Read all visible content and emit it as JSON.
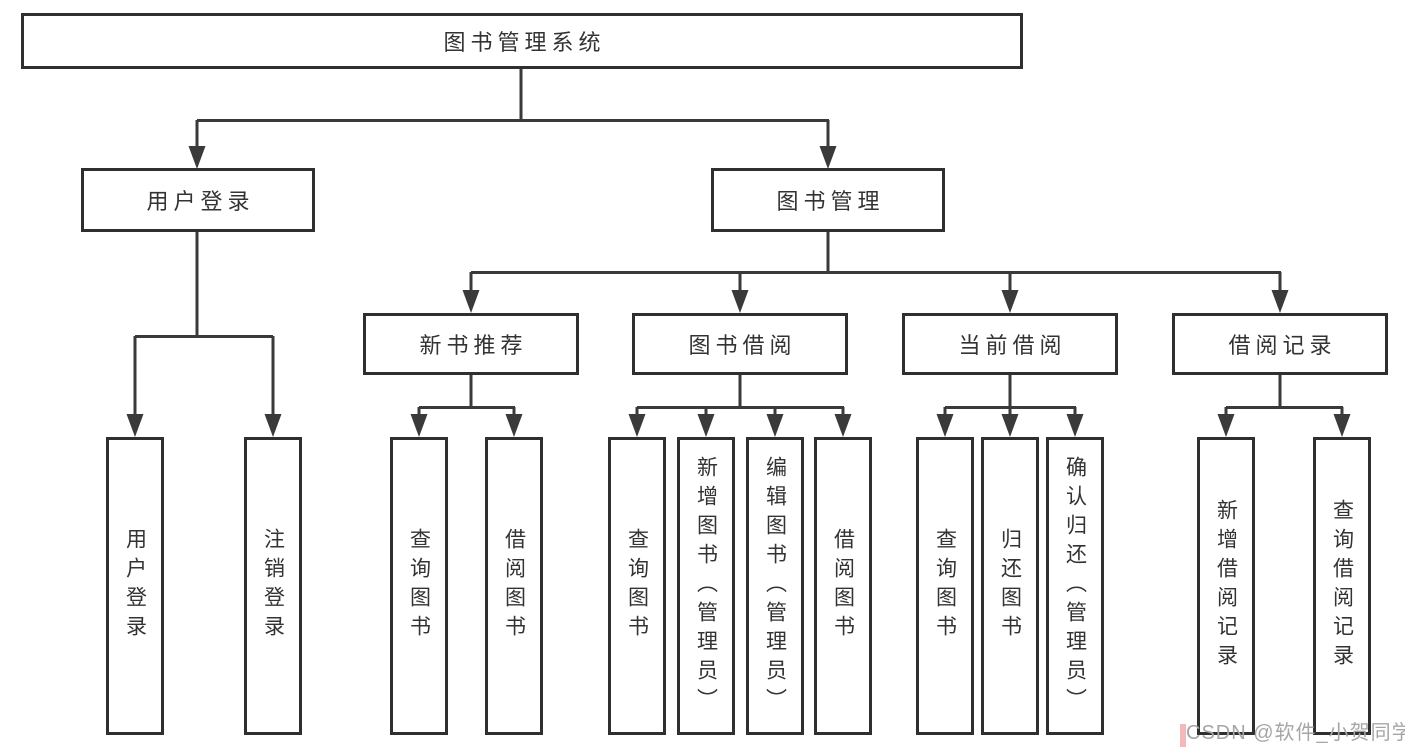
{
  "diagram_title": "图书管理系统",
  "tree": {
    "root": {
      "label": "图书管理系统"
    },
    "branches": [
      {
        "label": "用户登录",
        "children": [
          {
            "label": "用户登录"
          },
          {
            "label": "注销登录"
          }
        ]
      },
      {
        "label": "图书管理",
        "sections": [
          {
            "label": "新书推荐",
            "children": [
              {
                "label": "查询图书"
              },
              {
                "label": "借阅图书"
              }
            ]
          },
          {
            "label": "图书借阅",
            "children": [
              {
                "label": "查询图书"
              },
              {
                "label": "新增图书（管理员）"
              },
              {
                "label": "编辑图书（管理员）"
              },
              {
                "label": "借阅图书"
              }
            ]
          },
          {
            "label": "当前借阅",
            "children": [
              {
                "label": "查询图书"
              },
              {
                "label": "归还图书"
              },
              {
                "label": "确认归还（管理员）"
              }
            ]
          },
          {
            "label": "借阅记录",
            "children": [
              {
                "label": "新增借阅记录"
              },
              {
                "label": "查询借阅记录"
              }
            ]
          }
        ]
      }
    ]
  },
  "watermark": {
    "text": "CSDN @软件_小贺同学"
  },
  "colors": {
    "line": "#3a3a3a",
    "box_border": "#2f2f2f",
    "text": "#333333",
    "watermark": "#a6a6a6",
    "watermark_accent": "#f2b9b9",
    "background": "#ffffff"
  }
}
